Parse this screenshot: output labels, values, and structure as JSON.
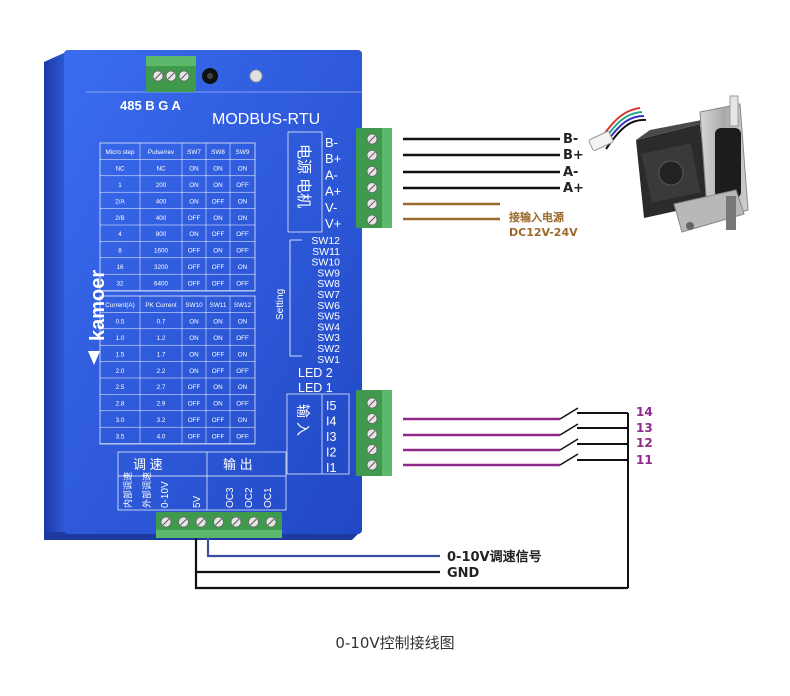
{
  "driver": {
    "model": "485 B G A",
    "title": "MODBUS-RTU",
    "brand": "kamoer",
    "motor_power_label": "电源 电机",
    "motor_power_pins": [
      "B-",
      "B+",
      "A-",
      "A+",
      "V-",
      "V+"
    ],
    "switches": [
      "SW12",
      "SW11",
      "SW10",
      "SW9",
      "SW8",
      "SW7",
      "SW6",
      "SW5",
      "SW4",
      "SW3",
      "SW2",
      "SW1"
    ],
    "setting_label": "Setting",
    "leds": [
      "LED 2",
      "LED 1"
    ],
    "input_label": "输 入",
    "input_pins": [
      "I5",
      "I4",
      "I3",
      "I2",
      "I1"
    ],
    "speed_label": "调 速",
    "output_label": "输 出",
    "bottom_pins": [
      "内部调速",
      "外部调速",
      "0-10V",
      "5V",
      "OC3",
      "OC2",
      "OC1"
    ]
  },
  "step_table": {
    "headers": [
      "Micro step",
      "Pulse/rev",
      "SW7",
      "SW8",
      "SW9"
    ],
    "rows": [
      [
        "NC",
        "NC",
        "ON",
        "ON",
        "ON"
      ],
      [
        "1",
        "200",
        "ON",
        "ON",
        "OFF"
      ],
      [
        "2/A",
        "400",
        "ON",
        "OFF",
        "ON"
      ],
      [
        "2/B",
        "400",
        "OFF",
        "ON",
        "ON"
      ],
      [
        "4",
        "800",
        "ON",
        "OFF",
        "OFF"
      ],
      [
        "8",
        "1600",
        "OFF",
        "ON",
        "OFF"
      ],
      [
        "16",
        "3200",
        "OFF",
        "OFF",
        "ON"
      ],
      [
        "32",
        "6400",
        "OFF",
        "OFF",
        "OFF"
      ]
    ]
  },
  "current_table": {
    "headers": [
      "Current(A)",
      "PK Current",
      "SW10",
      "SW11",
      "SW12"
    ],
    "rows": [
      [
        "0.5",
        "0.7",
        "ON",
        "ON",
        "ON"
      ],
      [
        "1.0",
        "1.2",
        "ON",
        "ON",
        "OFF"
      ],
      [
        "1.5",
        "1.7",
        "ON",
        "OFF",
        "ON"
      ],
      [
        "2.0",
        "2.2",
        "ON",
        "OFF",
        "OFF"
      ],
      [
        "2.5",
        "2.7",
        "OFF",
        "ON",
        "ON"
      ],
      [
        "2.8",
        "2.9",
        "OFF",
        "ON",
        "OFF"
      ],
      [
        "3.0",
        "3.2",
        "OFF",
        "OFF",
        "ON"
      ],
      [
        "3.5",
        "4.0",
        "OFF",
        "OFF",
        "OFF"
      ]
    ]
  },
  "wiring": {
    "motor_wires": [
      "B-",
      "B+",
      "A-",
      "A+"
    ],
    "power_note": "接输入电源",
    "power_range": "DC12V-24V",
    "input_switches": [
      "14",
      "13",
      "12",
      "11"
    ],
    "speed_signal": "0-10V调速信号",
    "gnd": "GND"
  },
  "caption": "0-10V控制接线图",
  "colors": {
    "driver_blue": "#2d5ad6",
    "wire_black": "#111111",
    "wire_power": "#9a6a2c",
    "wire_input": "#8f2a8a",
    "wire_signal": "#3a4fa0",
    "terminal_green": "#3f9a4e"
  }
}
